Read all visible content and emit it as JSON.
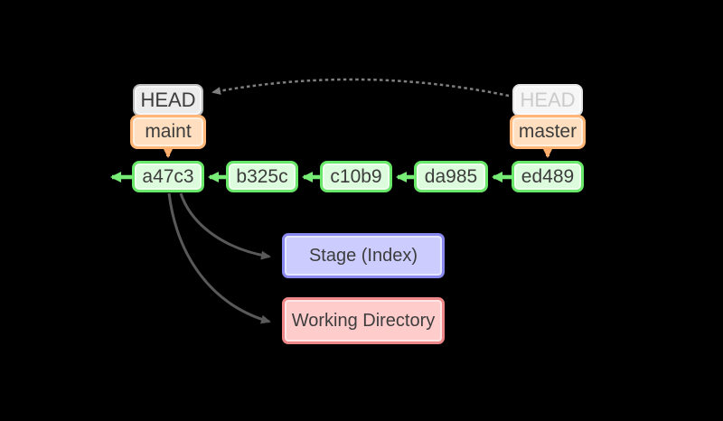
{
  "colors": {
    "background": "#000000",
    "commit_fill": "#ddfbdd",
    "commit_border": "#68e768",
    "commit_arrow": "#77ec77",
    "head_active_fill": "#ececec",
    "head_active_border": "#bcbcbc",
    "head_inactive_fill": "#f6f6f6",
    "head_inactive_text": "#cbcbcb",
    "branch_fill": "#ffdfbf",
    "branch_border": "#ffb677",
    "branch_arrow": "#ffae6d",
    "stage_fill": "#ccccff",
    "stage_border": "#8888ee",
    "workdir_fill": "#ffcccc",
    "workdir_border": "#ee8888",
    "curve_arrow": "#595959",
    "dashed_arrow": "#7f7f7f",
    "text": "#3d3d3d"
  },
  "head_left": {
    "label": "HEAD",
    "state": "active",
    "points_to": "maint"
  },
  "head_right": {
    "label": "HEAD",
    "state": "inactive",
    "points_to": "master"
  },
  "branch_maint": {
    "label": "maint",
    "commit": "a47c3"
  },
  "branch_master": {
    "label": "master",
    "commit": "ed489"
  },
  "commits": [
    {
      "id": "a47c3"
    },
    {
      "id": "b325c"
    },
    {
      "id": "c10b9"
    },
    {
      "id": "da985"
    },
    {
      "id": "ed489"
    }
  ],
  "areas": {
    "stage": {
      "label": "Stage (Index)"
    },
    "working_directory": {
      "label": "Working Directory"
    }
  }
}
